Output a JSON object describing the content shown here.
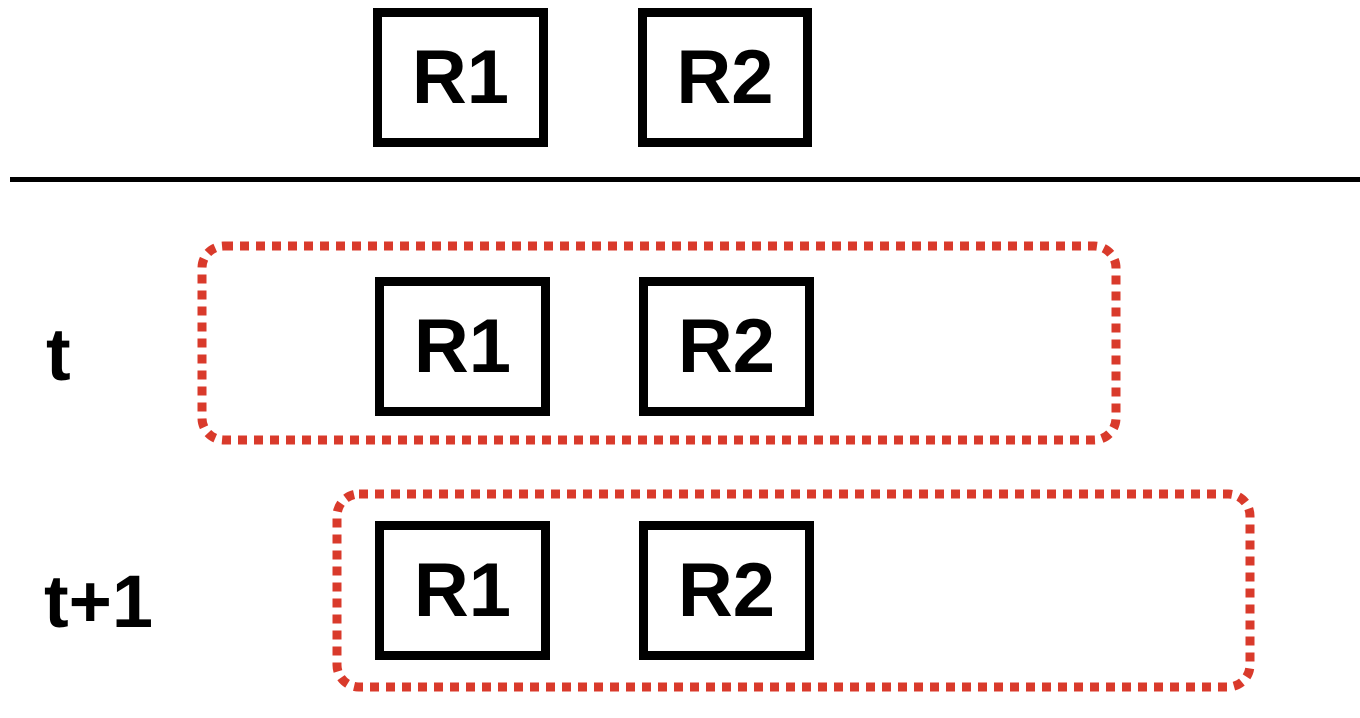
{
  "header": {
    "boxes": [
      {
        "label": "R1"
      },
      {
        "label": "R2"
      }
    ]
  },
  "rows": [
    {
      "time_label": "t",
      "boxes": [
        {
          "label": "R1"
        },
        {
          "label": "R2"
        }
      ]
    },
    {
      "time_label": "t+1",
      "boxes": [
        {
          "label": "R1"
        },
        {
          "label": "R2"
        }
      ]
    }
  ],
  "colors": {
    "box_border": "#000000",
    "window_frame": "#d93a2b"
  }
}
